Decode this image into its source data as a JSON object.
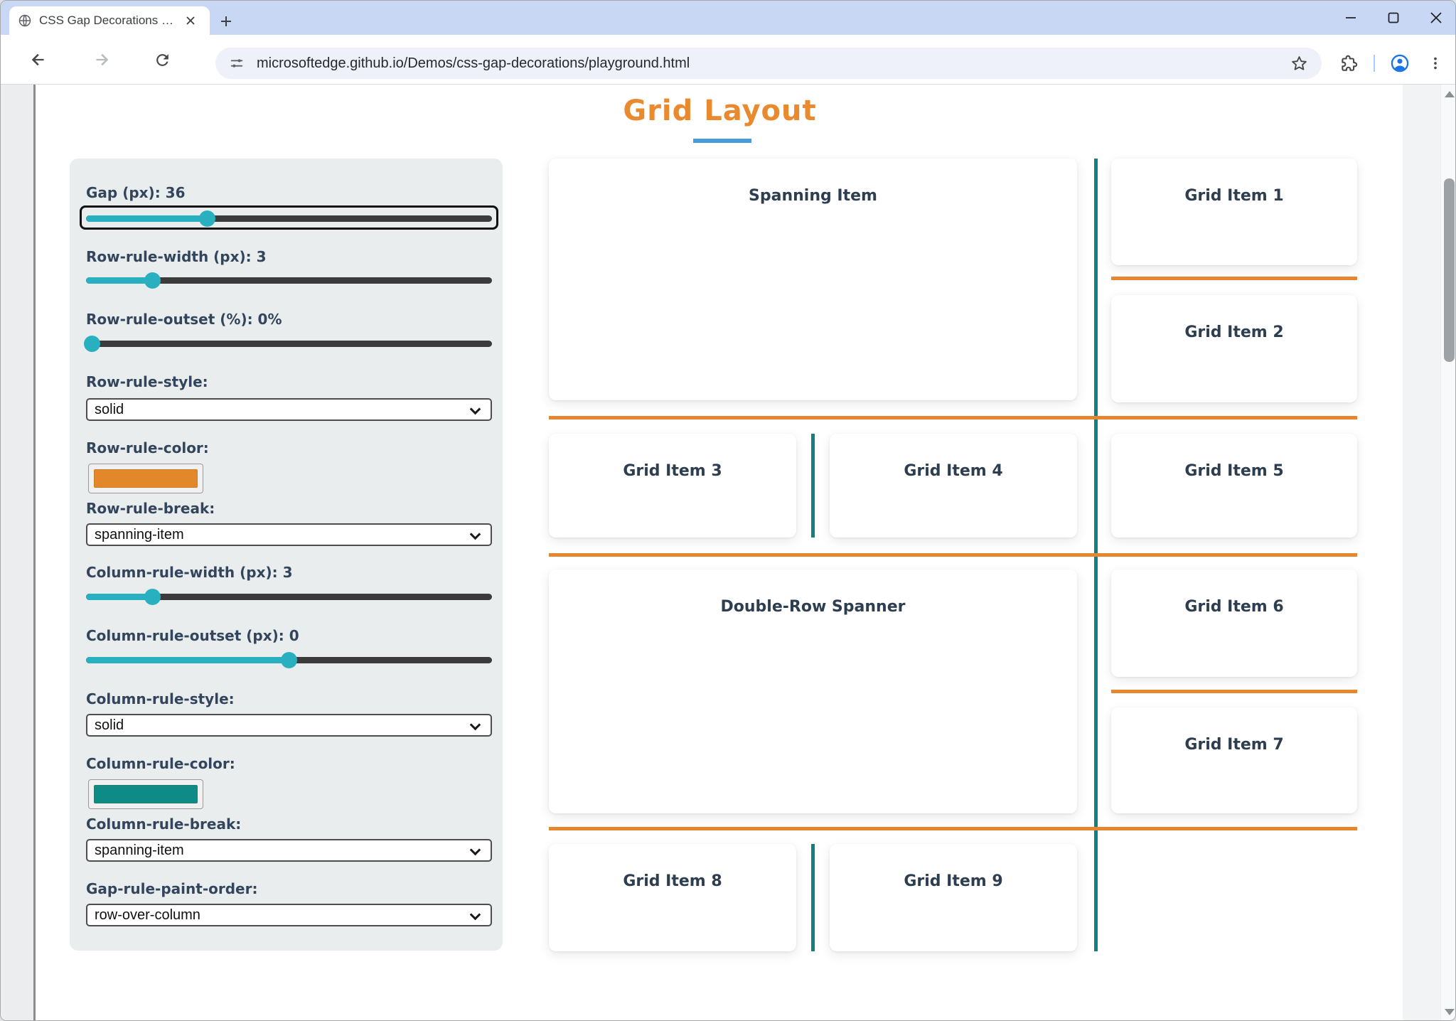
{
  "browser": {
    "tab_title": "CSS Gap Decorations playground",
    "url": "microsoftedge.github.io/Demos/css-gap-decorations/playground.html"
  },
  "page": {
    "title": "Grid Layout"
  },
  "panel": {
    "gap": {
      "label": "Gap (px): 36",
      "value": 36,
      "percent": 30
    },
    "row_rule_width": {
      "label": "Row-rule-width (px): 3",
      "value": 3,
      "percent": 16.5
    },
    "row_rule_outset": {
      "label": "Row-rule-outset (%): 0%",
      "value": 0,
      "percent": 1.5
    },
    "row_rule_style": {
      "label": "Row-rule-style:",
      "value": "solid"
    },
    "row_rule_color": {
      "label": "Row-rule-color:",
      "value": "#e2882b",
      "style": "background:#e2882b"
    },
    "row_rule_break": {
      "label": "Row-rule-break:",
      "value": "spanning-item"
    },
    "column_rule_width": {
      "label": "Column-rule-width (px): 3",
      "value": 3,
      "percent": 16.5
    },
    "column_rule_outset": {
      "label": "Column-rule-outset (px): 0",
      "value": 0,
      "percent": 50
    },
    "column_rule_style": {
      "label": "Column-rule-style:",
      "value": "solid"
    },
    "column_rule_color": {
      "label": "Column-rule-color:",
      "value": "#0e8a87",
      "style": "background:#0e8a87"
    },
    "column_rule_break": {
      "label": "Column-rule-break:",
      "value": "spanning-item"
    },
    "gap_rule_paint_order": {
      "label": "Gap-rule-paint-order:",
      "value": "row-over-column"
    }
  },
  "grid": {
    "cards": {
      "spanning_item": "Spanning Item",
      "item1": "Grid Item 1",
      "item2": "Grid Item 2",
      "item3": "Grid Item 3",
      "item4": "Grid Item 4",
      "item5": "Grid Item 5",
      "double_row_spanner": "Double-Row Spanner",
      "item6": "Grid Item 6",
      "item7": "Grid Item 7",
      "item8": "Grid Item 8",
      "item9": "Grid Item 9"
    }
  },
  "colors": {
    "row_rule_orange": "#e6862e",
    "column_rule_teal": "#12807e",
    "slider_teal": "#28b0c0",
    "title_orange": "#ea8a2f",
    "title_underline_blue": "#4a9ddb",
    "panel_background": "#e9edee",
    "label_navy": "#33455c"
  }
}
